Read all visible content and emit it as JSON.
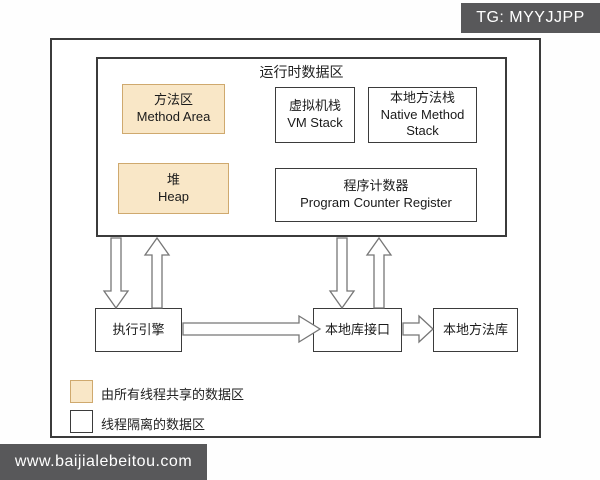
{
  "badges": {
    "top_right": "TG: MYYJJPP",
    "bottom_left": "www.baijialebeitou.com"
  },
  "runtime_area": {
    "title": "运行时数据区",
    "method_area": {
      "zh": "方法区",
      "en": "Method Area"
    },
    "vm_stack": {
      "zh": "虚拟机栈",
      "en": "VM Stack"
    },
    "native_method_stack": {
      "zh": "本地方法栈",
      "en": "Native Method Stack"
    },
    "heap": {
      "zh": "堆",
      "en": "Heap"
    },
    "program_counter": {
      "zh": "程序计数器",
      "en": "Program Counter Register"
    }
  },
  "engine_row": {
    "execution_engine": "执行引擎",
    "native_interface": "本地库接口",
    "native_method_library": "本地方法库"
  },
  "legend": {
    "shared": "由所有线程共享的数据区",
    "isolated": "线程隔离的数据区"
  },
  "colors": {
    "shared_fill": "#f9e7c7",
    "shared_border": "#cfa96e",
    "line": "#3b3b3b",
    "arrow_outline": "#767676",
    "badge_bg": "#58585a",
    "badge_text": "#ffffff"
  }
}
